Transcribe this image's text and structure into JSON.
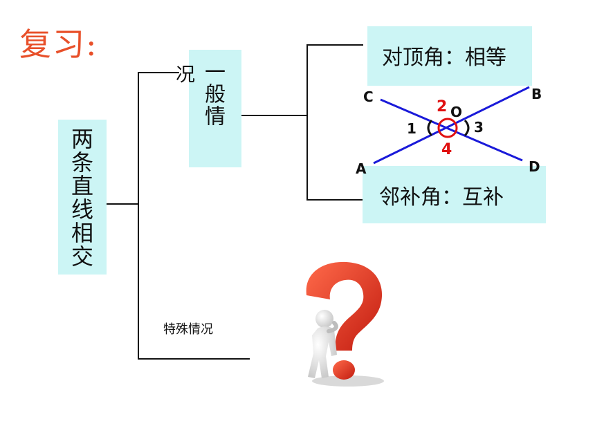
{
  "title": "复习:",
  "root": "两条直线相交",
  "general_case": {
    "text": "一般情",
    "overflow_char": "况"
  },
  "special_case": "特殊情况",
  "vertical_angles": "对顶角：相等",
  "adjacent_angles": "邻补角：互补",
  "figure": {
    "points": {
      "A": "A",
      "B": "B",
      "C": "C",
      "D": "D",
      "O": "O"
    },
    "angles": {
      "a1": "1",
      "a2": "2",
      "a3": "3",
      "a4": "4"
    }
  },
  "icon": "question-mark-figure-icon",
  "colors": {
    "title": "#e8502a",
    "box": "#ccf5f5",
    "lines": "#1a1ad9",
    "angles": "#e01010"
  }
}
